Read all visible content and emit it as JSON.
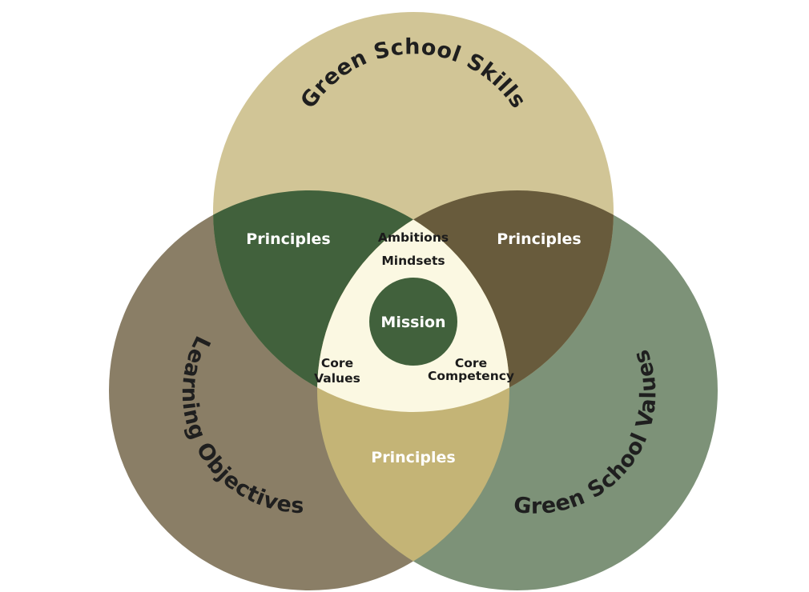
{
  "circles": {
    "top": {
      "label": "Green School Skills",
      "color": "#d1c596"
    },
    "left": {
      "label": "Learning Objectives",
      "color": "#8a7e66"
    },
    "right": {
      "label": "Green School Values",
      "color": "#7d9278"
    }
  },
  "overlaps": {
    "top_left": {
      "label": "Principles",
      "color": "#41613c"
    },
    "top_right": {
      "label": "Principles",
      "color": "#685b3c"
    },
    "bottom": {
      "label": "Principles",
      "color": "#c4b476"
    }
  },
  "center": {
    "color": "#fbf8e2",
    "ambitions": "Ambitions",
    "mindsets": "Mindsets",
    "core_values_line1": "Core",
    "core_values_line2": "Values",
    "core_competency_line1": "Core",
    "core_competency_line2": "Competency"
  },
  "mission": {
    "label": "Mission",
    "color": "#41613c"
  }
}
